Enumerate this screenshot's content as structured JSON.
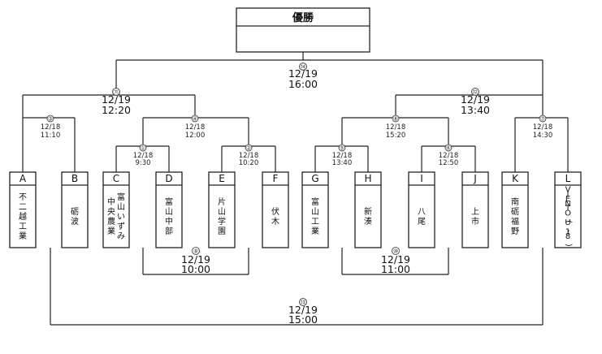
{
  "title": "優勝",
  "teams": [
    {
      "letter": "A",
      "name": "不二越工業"
    },
    {
      "letter": "B",
      "name": "砺波"
    },
    {
      "letter": "C",
      "name": "富山いずみ|中央農業"
    },
    {
      "letter": "D",
      "name": "富山中部"
    },
    {
      "letter": "E",
      "name": "片山学園"
    },
    {
      "letter": "F",
      "name": "伏木"
    },
    {
      "letter": "G",
      "name": "富山工業"
    },
    {
      "letter": "H",
      "name": "新湊"
    },
    {
      "letter": "I",
      "name": "八尾"
    },
    {
      "letter": "J",
      "name": "上市"
    },
    {
      "letter": "K",
      "name": "南砺福野"
    },
    {
      "letter": "L",
      "name": "VIENTO(U-18)"
    }
  ],
  "matches": [
    {
      "no": "①",
      "date": "12/18",
      "time": "9:30"
    },
    {
      "no": "②",
      "date": "12/18",
      "time": "10:20"
    },
    {
      "no": "③",
      "date": "12/18",
      "time": "11:10"
    },
    {
      "no": "④",
      "date": "12/18",
      "time": "12:00"
    },
    {
      "no": "⑤",
      "date": "12/18",
      "time": "13:40"
    },
    {
      "no": "⑥",
      "date": "12/18",
      "time": "12:50"
    },
    {
      "no": "⑦",
      "date": "12/18",
      "time": "14:30"
    },
    {
      "no": "⑧",
      "date": "12/18",
      "time": "15:20"
    },
    {
      "no": "⑨",
      "date": "12/19",
      "time": "10:00"
    },
    {
      "no": "⑩",
      "date": "12/19",
      "time": "11:00"
    },
    {
      "no": "⑪",
      "date": "12/19",
      "time": "12:20"
    },
    {
      "no": "⑫",
      "date": "12/19",
      "time": "13:40"
    },
    {
      "no": "⑬",
      "date": "12/19",
      "time": "15:00"
    },
    {
      "no": "⑭",
      "date": "12/19",
      "time": "16:00"
    }
  ]
}
